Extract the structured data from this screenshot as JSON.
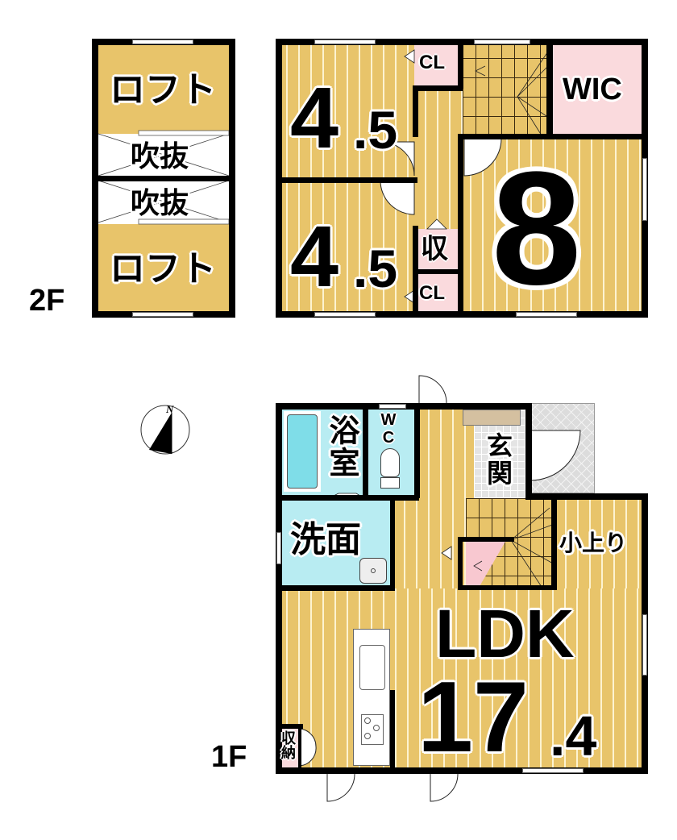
{
  "floors": {
    "second": {
      "label": "2F",
      "rooms": {
        "loft_top": "ロフト",
        "fukinuke_top": "吹抜",
        "fukinuke_bottom": "吹抜",
        "loft_bottom": "ロフト",
        "bedroom_a_size": "4",
        "bedroom_a_decimal": ".5",
        "bedroom_b_size": "4",
        "bedroom_b_decimal": ".5",
        "closet_top": "CL",
        "storage": "収",
        "closet_bottom": "CL",
        "wic": "WIC",
        "master_size": "8"
      }
    },
    "first": {
      "label": "1F",
      "rooms": {
        "bath": "浴室",
        "wc": "WC",
        "entrance": "玄関",
        "washroom": "洗面",
        "raised_area": "小上り",
        "ldk_label": "LDK",
        "ldk_size": "17",
        "ldk_decimal": ".4",
        "storage": "収納"
      }
    }
  },
  "compass": {
    "north_label": "N",
    "icon": "north-arrow-icon"
  },
  "colors": {
    "floor_wood": "#e8c46a",
    "closet_pink": "#fadadd",
    "wet_area_aqua": "#b8ecf2",
    "entrance_tile": "#e4e4e4",
    "wall": "#000000"
  }
}
